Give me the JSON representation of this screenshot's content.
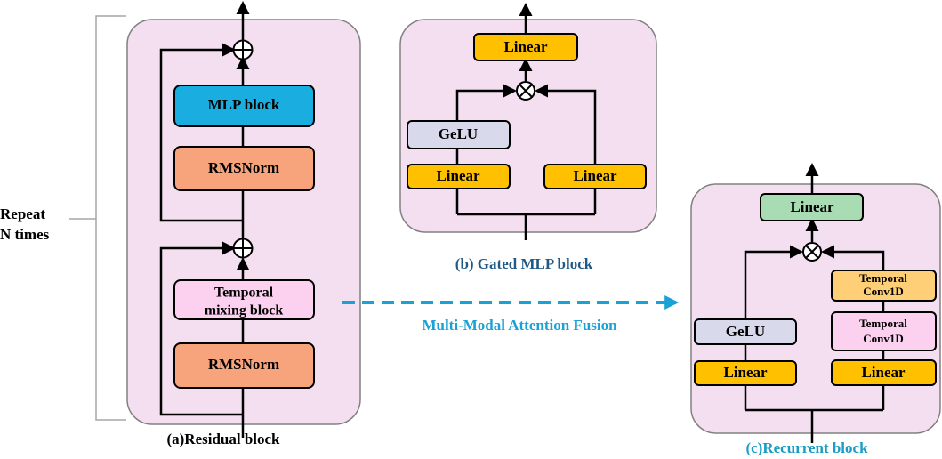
{
  "repeat": {
    "line1": "Repeat",
    "line2": "N times"
  },
  "residual": {
    "mlp_block": "MLP block",
    "rmsnorm_top": "RMSNorm",
    "temporal_line1": "Temporal",
    "temporal_line2": "mixing block",
    "rmsnorm_bottom": "RMSNorm",
    "caption": "(a)Residual block"
  },
  "gated": {
    "linear_top": "Linear",
    "gelu": "GeLU",
    "linear_left": "Linear",
    "linear_right": "Linear",
    "caption": "(b) Gated MLP block"
  },
  "recurrent": {
    "linear_top": "Linear",
    "gelu": "GeLU",
    "linear_left": "Linear",
    "conv_top_line1": "Temporal",
    "conv_top_line2": "Conv1D",
    "conv_mid_line1": "Temporal",
    "conv_mid_line2": "Conv1D",
    "linear_right": "Linear",
    "caption": "(c)Recurrent block"
  },
  "fusion_label": "Multi-Modal Attention Fusion",
  "symbols": {
    "add": "add-circle-icon",
    "multiply": "multiply-circle-icon"
  },
  "colors": {
    "panel_fill": "#f3dff0",
    "panel_stroke": "#808080",
    "mlp_block": "#1aaee0",
    "rmsnorm": "#f7a47d",
    "temporal_mixing": "#fcd1f0",
    "linear_yellow": "#ffc000",
    "gelu": "#d9d9ec",
    "linear_green": "#a9dcb3",
    "conv_orange": "#ffcf78",
    "conv_pink": "#fcd1f0",
    "caption_blue": "#1f5a86",
    "fusion_blue": "#1aa2d6",
    "bracket": "#a6a6a6"
  }
}
